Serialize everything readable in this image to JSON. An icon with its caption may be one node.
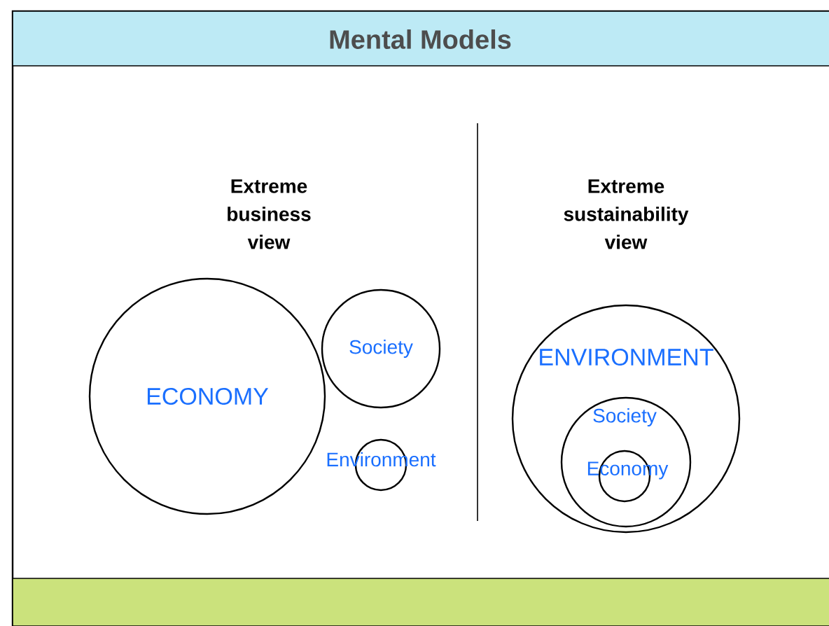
{
  "diagram": {
    "title": "Mental Models",
    "nodes": [
      {
        "text": [
          "ECONOMY"
        ]
      },
      {
        "text": [
          "Society"
        ]
      },
      {
        "text": [
          "Environment"
        ]
      },
      {
        "text": [
          "ENVIRONMENT"
        ]
      },
      {
        "text": [
          "Society"
        ],
        "in": 3
      },
      {
        "text": [
          "Economy"
        ],
        "in": 4
      }
    ],
    "labels": [
      "Extreme business view",
      "Extreme sustainability view"
    ]
  }
}
